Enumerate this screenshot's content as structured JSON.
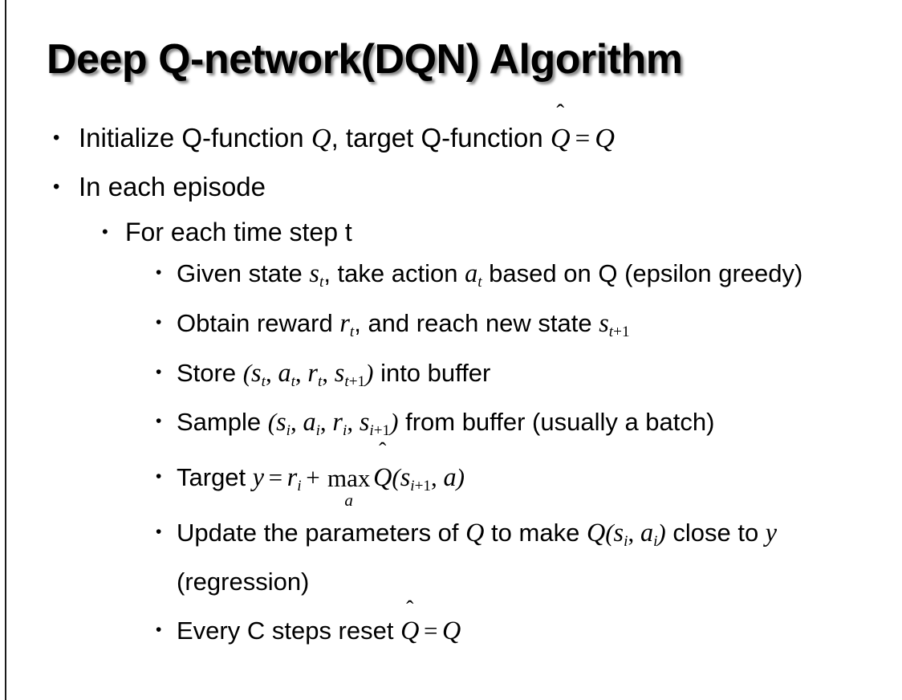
{
  "slide": {
    "title": "Deep Q-network(DQN) Algorithm",
    "background_color": "#ffffff",
    "text_color": "#000000",
    "left_rule_color": "#1a1a1a",
    "bullet_glyph": "•"
  },
  "bullets": {
    "b1": {
      "level": 1,
      "plain_text": "Initialize Q-function Q, target Q-function Q̂ = Q",
      "pre": "Initialize Q-function ",
      "var1": "Q",
      "mid": ", target Q-function ",
      "hat_var": "Q",
      "hat_mark": "̂",
      "eq": "=",
      "var2": "Q"
    },
    "b2": {
      "level": 1,
      "plain_text": "In each episode",
      "text": "In each episode"
    },
    "b3": {
      "level": 2,
      "plain_text": "For each time step t",
      "text": "For each time step t"
    },
    "b4": {
      "level": 3,
      "plain_text": "Given state s_t, take action a_t based on Q (epsilon greedy)",
      "pre": "Given state ",
      "v1": "s",
      "v1sub": "t",
      "mid1": ", take action ",
      "v2": "a",
      "v2sub": "t",
      "post": " based on Q (epsilon greedy)"
    },
    "b5": {
      "level": 3,
      "plain_text": "Obtain reward r_t, and reach new state s_t+1",
      "pre": "Obtain reward ",
      "v1": "r",
      "v1sub": "t",
      "mid1": ", and reach new state ",
      "v2": "s",
      "v2sub_var": "t",
      "v2sub_rest": "+1"
    },
    "b6": {
      "level": 3,
      "plain_text": "Store (s_t, a_t, r_t, s_t+1) into buffer",
      "pre": "Store ",
      "open": "(",
      "v1": "s",
      "v1sub": "t",
      "sep1": ", ",
      "v2": "a",
      "v2sub": "t",
      "sep2": ", ",
      "v3": "r",
      "v3sub": "t",
      "sep3": ", ",
      "v4": "s",
      "v4sub_var": "t",
      "v4sub_rest": "+1",
      "close": ")",
      "post": " into buffer"
    },
    "b7": {
      "level": 3,
      "plain_text": "Sample (s_i, a_i, r_i, s_i+1) from buffer (usually a batch)",
      "pre": "Sample ",
      "open": "(",
      "v1": "s",
      "v1sub": "i",
      "sep1": ", ",
      "v2": "a",
      "v2sub": "i",
      "sep2": ", ",
      "v3": "r",
      "v3sub": "i",
      "sep3": ", ",
      "v4": "s",
      "v4sub_var": "i",
      "v4sub_rest": "+1",
      "close": ")",
      "post": " from buffer (usually a batch)"
    },
    "b8": {
      "level": 3,
      "plain_text": "Target y = r_i + max_a Q̂(s_i+1, a)",
      "pre": "Target ",
      "y": "y",
      "eq": "=",
      "r": "r",
      "rsub": "i",
      "plus": "+",
      "max_name": "max",
      "max_limit": "a",
      "hat_var": "Q",
      "hat_mark": "̂",
      "open": "(",
      "s": "s",
      "ssub_var": "i",
      "ssub_rest": "+1",
      "sep": ", ",
      "a": "a",
      "close": ")"
    },
    "b9": {
      "level": 3,
      "plain_text": "Update the parameters of Q to make Q(s_i, a_i) close to y (regression)",
      "pre": "Update the parameters of ",
      "q1": "Q",
      "mid1": " to make ",
      "q2": "Q",
      "open": "(",
      "v1": "s",
      "v1sub": "i",
      "sep1": ", ",
      "v2": "a",
      "v2sub": "i",
      "close": ")",
      "mid2": " close to ",
      "y": "y",
      "post": " (regression)"
    },
    "b10": {
      "level": 3,
      "plain_text": "Every C steps reset Q̂ = Q",
      "pre": "Every C steps reset ",
      "hat_var": "Q",
      "hat_mark": "̂",
      "eq": "=",
      "var2": "Q"
    }
  }
}
